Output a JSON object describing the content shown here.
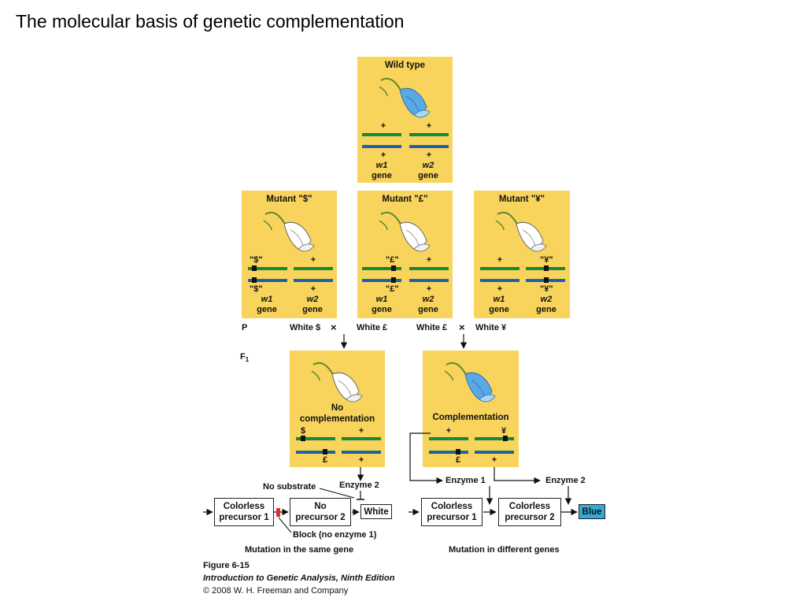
{
  "slide_title": "The molecular basis of genetic complementation",
  "panels": {
    "wild": {
      "title": "Wild type",
      "top_left": "+",
      "top_right": "+",
      "bot_left": "+",
      "bot_right": "+",
      "gene1": "w1",
      "gene2": "w2",
      "gene_word": "gene"
    },
    "m1": {
      "title": "Mutant \"$\"",
      "top_left": "\"$\"",
      "top_right": "+",
      "bot_left": "\"$\"",
      "bot_right": "+",
      "gene1": "w1",
      "gene2": "w2",
      "gene_word": "gene"
    },
    "m2": {
      "title": "Mutant \"£\"",
      "top_left": "\"£\"",
      "top_right": "+",
      "bot_left": "\"£\"",
      "bot_right": "+",
      "gene1": "w1",
      "gene2": "w2",
      "gene_word": "gene"
    },
    "m3": {
      "title": "Mutant \"¥\"",
      "top_left": "+",
      "top_right": "\"¥\"",
      "bot_left": "+",
      "bot_right": "\"¥\"",
      "gene1": "w1",
      "gene2": "w2",
      "gene_word": "gene"
    },
    "nocomp": {
      "title_line1": "No",
      "title_line2": "complementation",
      "top_left": "$",
      "top_right": "+",
      "bot_left": "£",
      "bot_right": "+"
    },
    "comp": {
      "title": "Complementation",
      "top_left": "+",
      "top_right": "¥",
      "bot_left": "£",
      "bot_right": "+"
    }
  },
  "cross": {
    "p_label": "P",
    "f1_label": "F",
    "f1_sub": "1",
    "left_a": "White $",
    "left_b": "White £",
    "right_a": "White £",
    "right_b": "White ¥",
    "times": "×"
  },
  "pathway_left": {
    "no_substrate": "No substrate",
    "enzyme": "Enzyme 2",
    "box1_l1": "Colorless",
    "box1_l2": "precursor 1",
    "box2_l1": "No",
    "box2_l2": "precursor 2",
    "result": "White",
    "block": "Block (no enzyme 1)",
    "caption": "Mutation in the same gene"
  },
  "pathway_right": {
    "enzyme1": "Enzyme 1",
    "enzyme2": "Enzyme 2",
    "box1_l1": "Colorless",
    "box1_l2": "precursor 1",
    "box2_l1": "Colorless",
    "box2_l2": "precursor 2",
    "result": "Blue",
    "caption": "Mutation in different genes"
  },
  "figure": {
    "label": "Figure 6-15",
    "book": "Introduction to Genetic Analysis, Ninth Edition",
    "copyright": "© 2008 W. H. Freeman and Company"
  },
  "colors": {
    "panel": "#f8d45c",
    "blue_flower": "#5aa9e6",
    "result_blue": "#36a9d8",
    "block_red": "#d9342b"
  }
}
